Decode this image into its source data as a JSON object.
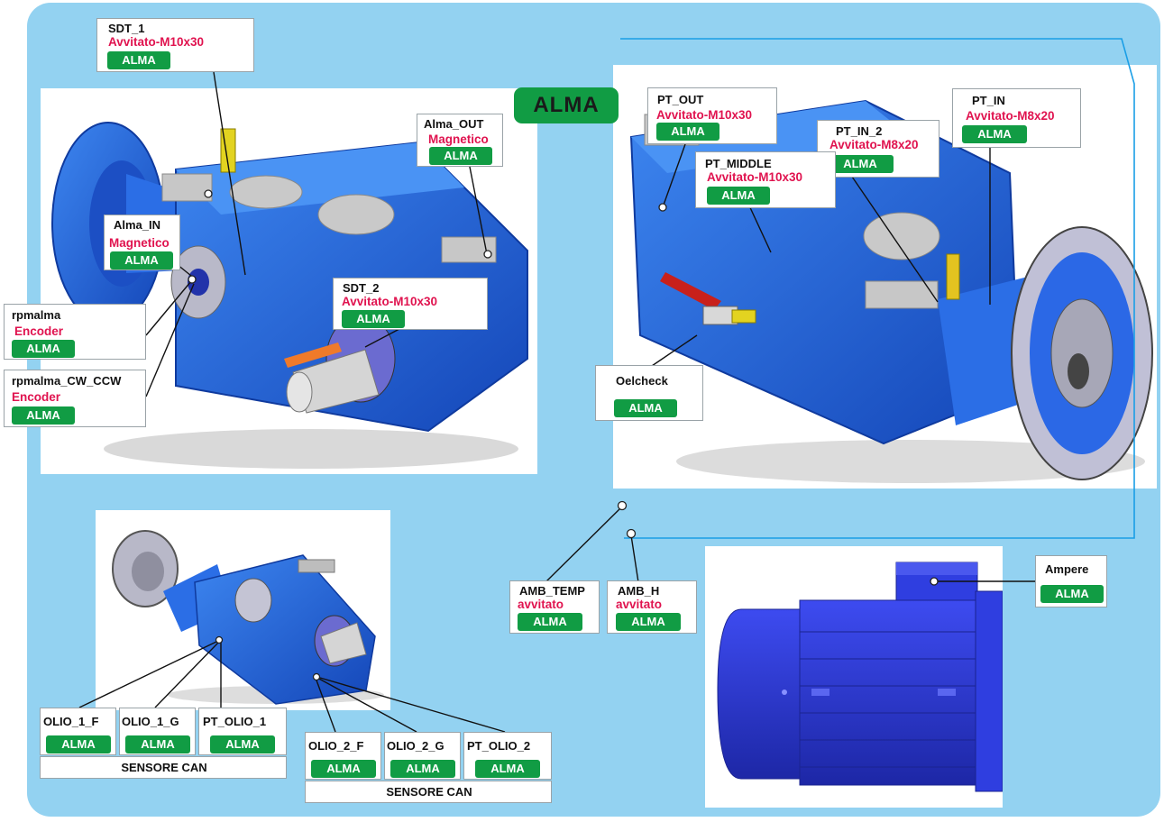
{
  "main_badge": "ALMA",
  "sensors": {
    "sdt_1": {
      "name": "SDT_1",
      "spec": "Avvitato-M10x30",
      "badge": "ALMA"
    },
    "alma_out": {
      "name": "Alma_OUT",
      "spec": "Magnetico",
      "badge": "ALMA"
    },
    "alma_in": {
      "name": "Alma_IN",
      "spec": "Magnetico",
      "badge": "ALMA"
    },
    "rpmalma": {
      "name": "rpmalma",
      "spec": "Encoder",
      "badge": "ALMA"
    },
    "rpmalma_cw_ccw": {
      "name": "rpmalma_CW_CCW",
      "spec": "Encoder",
      "badge": "ALMA"
    },
    "sdt_2": {
      "name": "SDT_2",
      "spec": "Avvitato-M10x30",
      "badge": "ALMA"
    },
    "pt_out": {
      "name": "PT_OUT",
      "spec": "Avvitato-M10x30",
      "badge": "ALMA"
    },
    "pt_middle": {
      "name": "PT_MIDDLE",
      "spec": "Avvitato-M10x30",
      "badge": "ALMA"
    },
    "pt_in_2": {
      "name": "PT_IN_2",
      "spec": "Avvitato-M8x20",
      "badge": "ALMA"
    },
    "pt_in": {
      "name": "PT_IN",
      "spec": "Avvitato-M8x20",
      "badge": "ALMA"
    },
    "oelcheck": {
      "name": "Oelcheck",
      "badge": "ALMA"
    },
    "amb_temp": {
      "name": "AMB_TEMP",
      "spec": "avvitato",
      "badge": "ALMA"
    },
    "amb_h": {
      "name": "AMB_H",
      "spec": "avvitato",
      "badge": "ALMA"
    },
    "ampere": {
      "name": "Ampere",
      "badge": "ALMA"
    }
  },
  "can_group_1": {
    "items": [
      {
        "name": "OLIO_1_F",
        "badge": "ALMA"
      },
      {
        "name": "OLIO_1_G",
        "badge": "ALMA"
      },
      {
        "name": "PT_OLIO_1",
        "badge": "ALMA"
      }
    ],
    "caption": "SENSORE CAN"
  },
  "can_group_2": {
    "items": [
      {
        "name": "OLIO_2_F",
        "badge": "ALMA"
      },
      {
        "name": "OLIO_2_G",
        "badge": "ALMA"
      },
      {
        "name": "PT_OLIO_2",
        "badge": "ALMA"
      }
    ],
    "caption": "SENSORE CAN"
  },
  "colors": {
    "panel": "#93d2f1",
    "badge_green": "#119c44",
    "spec_red": "#e0134f",
    "gearbox_blue": "#1f62e0",
    "motor_blue": "#2a38d8",
    "frame_line": "#1a9ee6"
  }
}
